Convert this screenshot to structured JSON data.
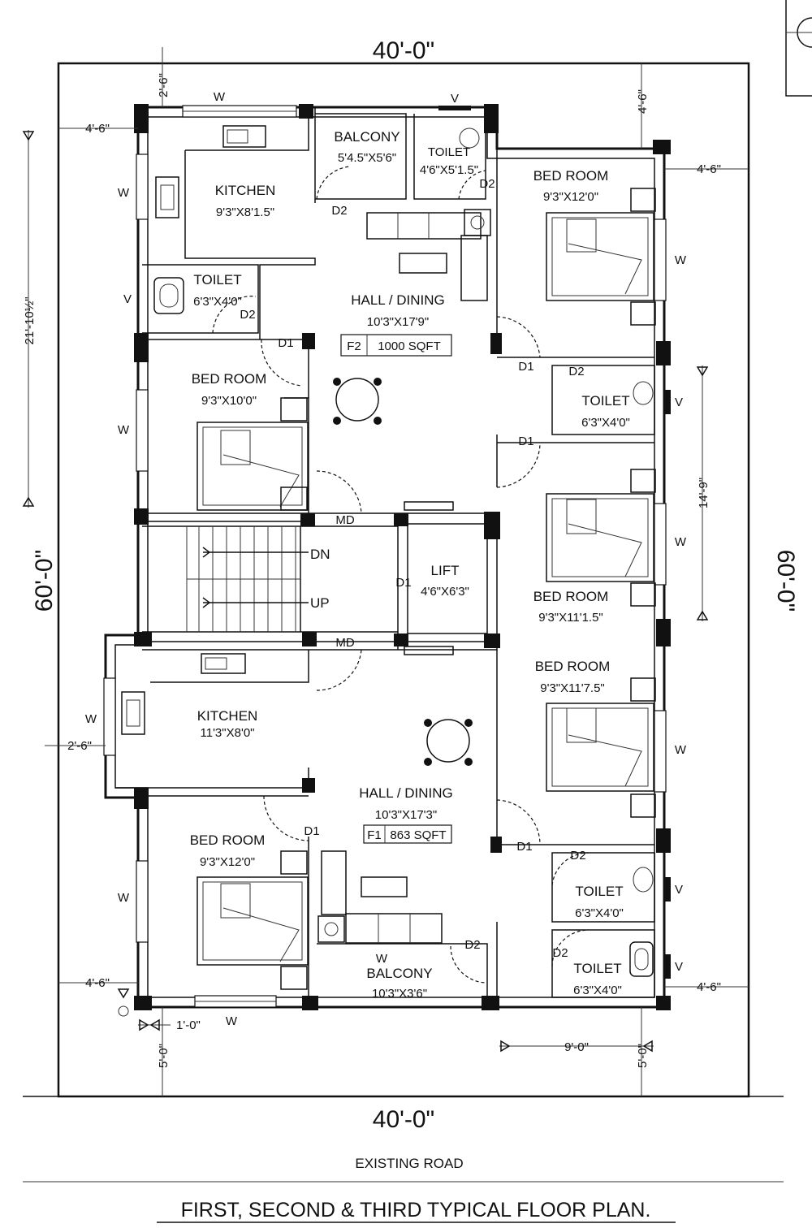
{
  "plan": {
    "overall_width_top": "40'-0\"",
    "overall_width_bottom": "40'-0\"",
    "overall_depth_left": "60'-0\"",
    "overall_depth_right": "60'-0\"",
    "road": "EXISTING ROAD",
    "title": "FIRST, SECOND & THIRD TYPICAL FLOOR PLAN."
  },
  "flat_f2": {
    "balcony": {
      "name": "BALCONY",
      "size": "5'4.5\"X5'6\""
    },
    "toilet_top": {
      "name": "TOILET",
      "size": "4'6\"X5'1.5\""
    },
    "kitchen": {
      "name": "KITCHEN",
      "size": "9'3\"X8'1.5\""
    },
    "toilet_left": {
      "name": "TOILET",
      "size": "6'3\"X4'0\""
    },
    "hall": {
      "name": "HALL / DINING",
      "size": "10'3\"X17'9\""
    },
    "flat_code": "F2",
    "area": "1000 SQFT",
    "bed_right_top": {
      "name": "BED ROOM",
      "size": "9'3\"X12'0\""
    },
    "bed_left": {
      "name": "BED ROOM",
      "size": "9'3\"X10'0\""
    },
    "toilet_right": {
      "name": "TOILET",
      "size": "6'3\"X4'0\""
    },
    "bed_right_bottom": {
      "name": "BED ROOM",
      "size": "9'3\"X11'1.5\""
    }
  },
  "core": {
    "stair_dn": "DN",
    "stair_up": "UP",
    "lift": {
      "name": "LIFT",
      "size": "4'6\"X6'3\""
    },
    "door_md_top": "MD",
    "door_md_bottom": "MD",
    "door_lift": "D1"
  },
  "flat_f1": {
    "kitchen": {
      "name": "KITCHEN",
      "size": "11'3\"X8'0\""
    },
    "bed_right_top": {
      "name": "BED ROOM",
      "size": "9'3\"X11'7.5\""
    },
    "hall": {
      "name": "HALL / DINING",
      "size": "10'3\"X17'3\""
    },
    "flat_code": "F1",
    "area": "863 SQFT",
    "bed_left": {
      "name": "BED ROOM",
      "size": "9'3\"X12'0\""
    },
    "toilet_right_top": {
      "name": "TOILET",
      "size": "6'3\"X4'0\""
    },
    "balcony": {
      "name": "BALCONY",
      "size": "10'3\"X3'6\""
    },
    "toilet_right_bottom": {
      "name": "TOILET",
      "size": "6'3\"X4'0\""
    }
  },
  "tags": {
    "window": "W",
    "vent": "V",
    "door_d1": "D1",
    "door_d2": "D2"
  },
  "dims": {
    "top_setback": "2'-6\"",
    "left_setback_top": "4'-6\"",
    "right_top_gap": "4'-6\"",
    "right_setback_top": "4'-6\"",
    "left_partial": "21'-10½\"",
    "right_partial": "14'-9\"",
    "left_mid": "2'-6\"",
    "left_setback_bottom": "4'-6\"",
    "right_setback_bottom": "4'-6\"",
    "bottom_small": "1'-0\"",
    "front_left": "5'-0\"",
    "front_right": "5'-0\"",
    "front_span": "9'-0\""
  },
  "colors": {
    "line": "#111111",
    "background": "#ffffff"
  }
}
